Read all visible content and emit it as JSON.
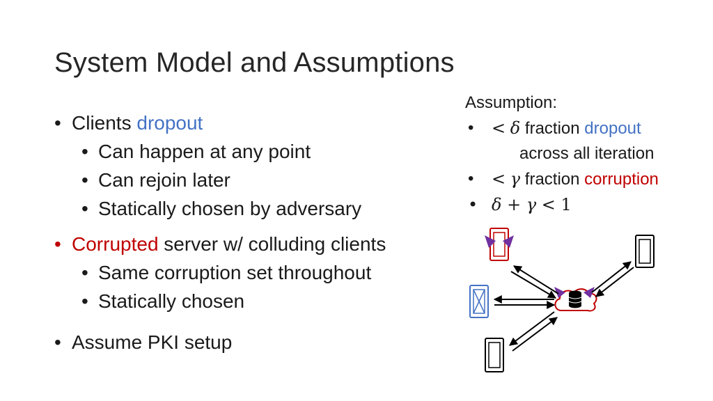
{
  "slide": {
    "title": "System Model and Assumptions"
  },
  "main_bullets": {
    "dropout": {
      "prefix": "Clients ",
      "highlight": "dropout",
      "sub": [
        "Can happen at any point",
        "Can rejoin later",
        "Statically chosen by adversary"
      ]
    },
    "corrupted": {
      "highlight": "Corrupted",
      "suffix": " server w/ colluding clients",
      "sub": [
        "Same corruption set throughout",
        "Statically chosen"
      ]
    },
    "pki": "Assume PKI setup"
  },
  "assumptions": {
    "heading": "Assumption:",
    "item1": {
      "lt": "<",
      "symbol": "δ",
      "text": " fraction ",
      "highlight": "dropout",
      "continuation": "across all iteration"
    },
    "item2": {
      "lt": "<",
      "symbol": "γ",
      "text": " fraction ",
      "highlight": "corruption"
    },
    "item3": {
      "delta": "δ",
      "plus": " + ",
      "gamma": "γ",
      "rest": " < 1"
    }
  },
  "colors": {
    "dropout_blue": "#4472c4",
    "corrupt_red": "#c00000",
    "attacker_purple": "#7030a0"
  },
  "diagram": {
    "icons": [
      "corrupted-phone-icon",
      "phone-icon",
      "dropout-phone-icon",
      "phone-icon",
      "cloud-server-icon",
      "database-icon"
    ]
  }
}
